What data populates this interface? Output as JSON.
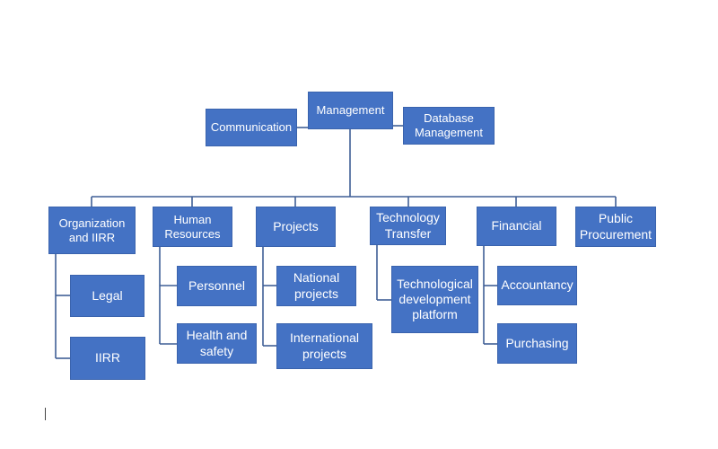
{
  "org_chart": {
    "root": "Management",
    "side_left": "Communication",
    "side_right": "Database\nManagement",
    "departments": [
      {
        "label": "Organization\nand IIRR",
        "children": [
          "Legal",
          "IIRR"
        ]
      },
      {
        "label": "Human\nResources",
        "children": [
          "Personnel",
          "Health and\nsafety"
        ]
      },
      {
        "label": "Projects",
        "children": [
          "National\nprojects",
          "International\nprojects"
        ]
      },
      {
        "label": "Technology\nTransfer",
        "children": [
          "Technological\ndevelopment\nplatform"
        ]
      },
      {
        "label": "Financial",
        "children": [
          "Accountancy",
          "Purchasing"
        ]
      },
      {
        "label": "Public\nProcurement",
        "children": []
      }
    ]
  },
  "colors": {
    "box_fill": "#4472c4",
    "box_text": "#ffffff",
    "connector": "#3f5f96"
  }
}
